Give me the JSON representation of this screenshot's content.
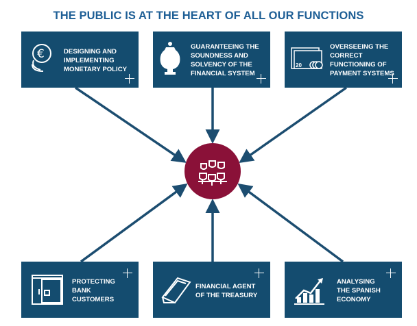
{
  "title": "THE PUBLIC IS AT THE HEART OF ALL OUR FUNCTIONS",
  "colors": {
    "box": "#144c6f",
    "title": "#1d5e95",
    "center": "#8a1138",
    "arrow": "#1c4d70"
  },
  "functions": [
    {
      "label": "DESIGNING AND\nIMPLEMENTING\nMONETARY POLICY",
      "icon": "euro-coins-icon"
    },
    {
      "label": "GUARANTEEING THE\nSOUNDNESS AND\nSOLVENCY OF THE\nFINANCIAL SYSTEM",
      "icon": "piggy-jar-icon"
    },
    {
      "label": "OVERSEEING THE\nCORRECT\nFUNCTIONING OF\nPAYMENT SYSTEMS",
      "icon": "banknote-coins-icon",
      "note": "20"
    },
    {
      "label": "PROTECTING\nBANK\nCUSTOMERS",
      "icon": "safe-icon"
    },
    {
      "label": "FINANCIAL AGENT\nOF THE TREASURY",
      "icon": "gold-bar-icon"
    },
    {
      "label": "ANALYSING\nTHE SPANISH\nECONOMY",
      "icon": "growth-chart-icon"
    }
  ]
}
